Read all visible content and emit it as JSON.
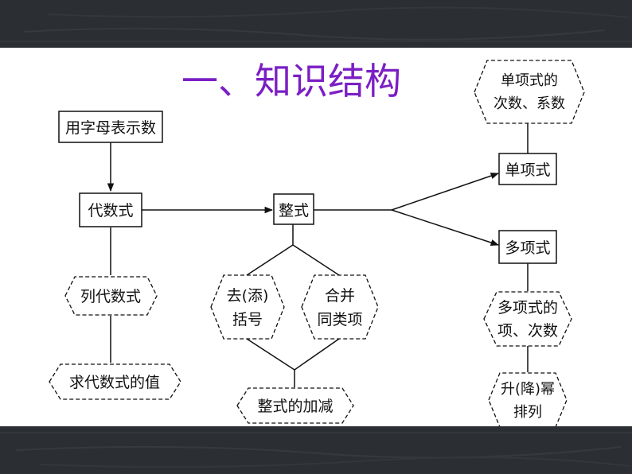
{
  "title": "一、知识结构",
  "colors": {
    "title": "#7b1fc4",
    "board": "#2b2f33",
    "line": "#111111"
  },
  "nodes": {
    "yong_zimu": "用字母表示数",
    "daishushi": "代数式",
    "lie_daishushi": "列代数式",
    "qiu_zhi": "求代数式的值",
    "zhengshi": "整式",
    "qu_kuohao": [
      "去(添)",
      "括号"
    ],
    "hebing": [
      "合并",
      "同类项"
    ],
    "jiajian": "整式的加减",
    "danxiangshi": "单项式",
    "dan_cishu": [
      "单项式的",
      "次数、系数"
    ],
    "duoxiangshi": "多项式",
    "duo_xiang": [
      "多项式的",
      "项、次数"
    ],
    "paili": [
      "升(降)幂",
      "排列"
    ]
  }
}
